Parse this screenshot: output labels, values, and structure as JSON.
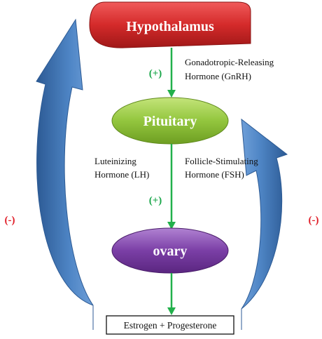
{
  "nodes": {
    "hypothalamus": "Hypothalamus",
    "pituitary": "Pituitary",
    "ovary": "ovary",
    "hormones": "Estrogen + Progesterone"
  },
  "edges": {
    "gnrh": {
      "line1": "Gonadotropic-Releasing",
      "line2": "Hormone (GnRH)",
      "sign": "(+)"
    },
    "lh": {
      "line1": "Luteinizing",
      "line2": "Hormone (LH)"
    },
    "fsh": {
      "line1": "Follicle-Stimulating",
      "line2": "Hormone (FSH)"
    },
    "pit_to_ovary_sign": "(+)"
  },
  "feedback": {
    "left_sign": "(-)",
    "right_sign": "(-)"
  },
  "colors": {
    "hypothalamus": "#d42a2a",
    "pituitary": "#8fc23a",
    "ovary": "#7b3fa6",
    "feedback_arrow": "#3f74b5",
    "positive": "#1aa64a",
    "negative": "#e0202a",
    "connector": "#22b04b"
  }
}
